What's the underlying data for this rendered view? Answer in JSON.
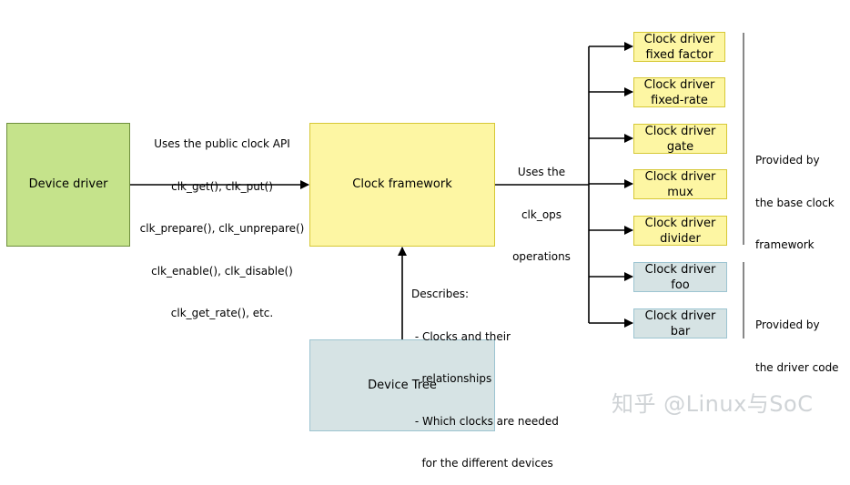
{
  "device_driver": {
    "label": "Device driver"
  },
  "clock_framework": {
    "label": "Clock framework"
  },
  "device_tree": {
    "label": "Device Tree"
  },
  "api_text": {
    "lines": [
      "Uses the public clock API",
      "clk_get(), clk_put()",
      "clk_prepare(), clk_unprepare()",
      "clk_enable(), clk_disable()",
      "clk_get_rate(), etc."
    ]
  },
  "ops_text": {
    "lines": [
      "Uses the",
      "clk_ops",
      "operations"
    ]
  },
  "describes_text": {
    "lines": [
      "Describes:",
      " - Clocks and their",
      "   relationships",
      " - Which clocks are needed",
      "   for the different devices"
    ]
  },
  "drivers": [
    {
      "line1": "Clock driver",
      "line2": "fixed factor",
      "kind": "base"
    },
    {
      "line1": "Clock driver",
      "line2": "fixed-rate",
      "kind": "base"
    },
    {
      "line1": "Clock driver",
      "line2": "gate",
      "kind": "base"
    },
    {
      "line1": "Clock driver",
      "line2": "mux",
      "kind": "base"
    },
    {
      "line1": "Clock driver",
      "line2": "divider",
      "kind": "base"
    },
    {
      "line1": "Clock driver",
      "line2": "foo",
      "kind": "custom"
    },
    {
      "line1": "Clock driver",
      "line2": "bar",
      "kind": "custom"
    }
  ],
  "base_label": {
    "lines": [
      "Provided by",
      "the base clock",
      "framework"
    ]
  },
  "custom_label": {
    "lines": [
      "Provided by",
      "the driver code"
    ]
  },
  "watermark": "知乎 @Linux与SoC",
  "colors": {
    "green": "#c5e38b",
    "yellow": "#fdf6a3",
    "blue": "#d6e3e4"
  }
}
